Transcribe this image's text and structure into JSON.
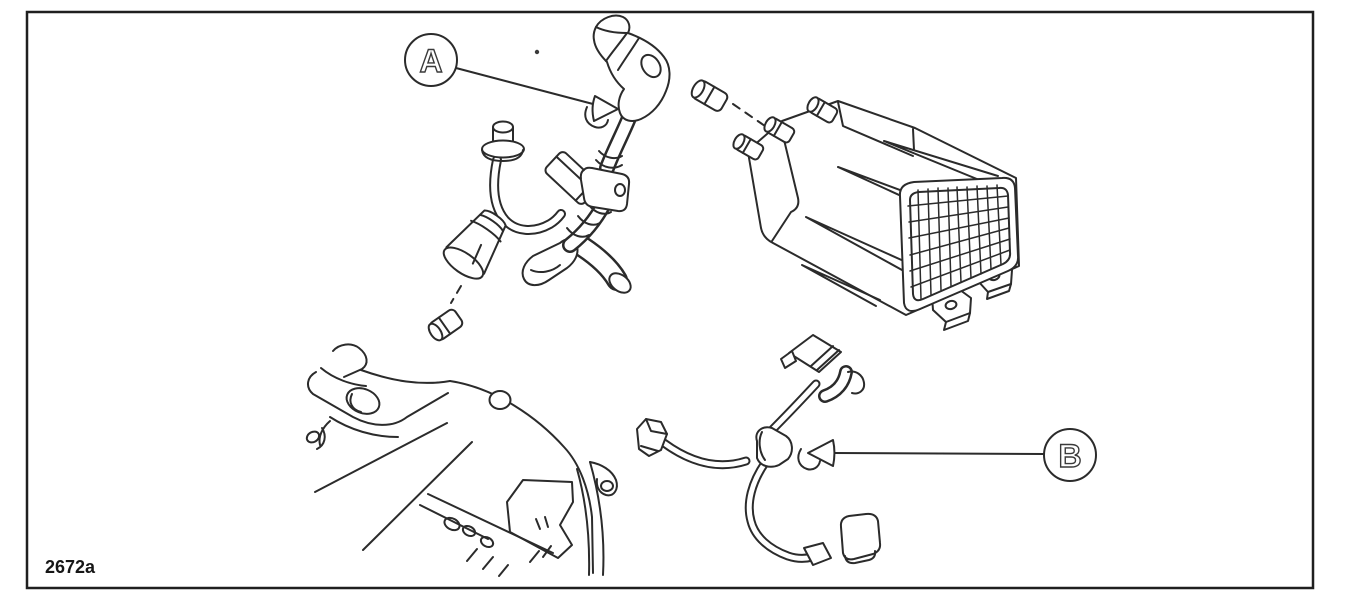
{
  "figure": {
    "code": "2672a"
  },
  "callouts": {
    "a": {
      "label": "A"
    },
    "b": {
      "label": "B"
    }
  },
  "colors": {
    "line": "#2b2b2b",
    "paper": "#ffffff"
  }
}
